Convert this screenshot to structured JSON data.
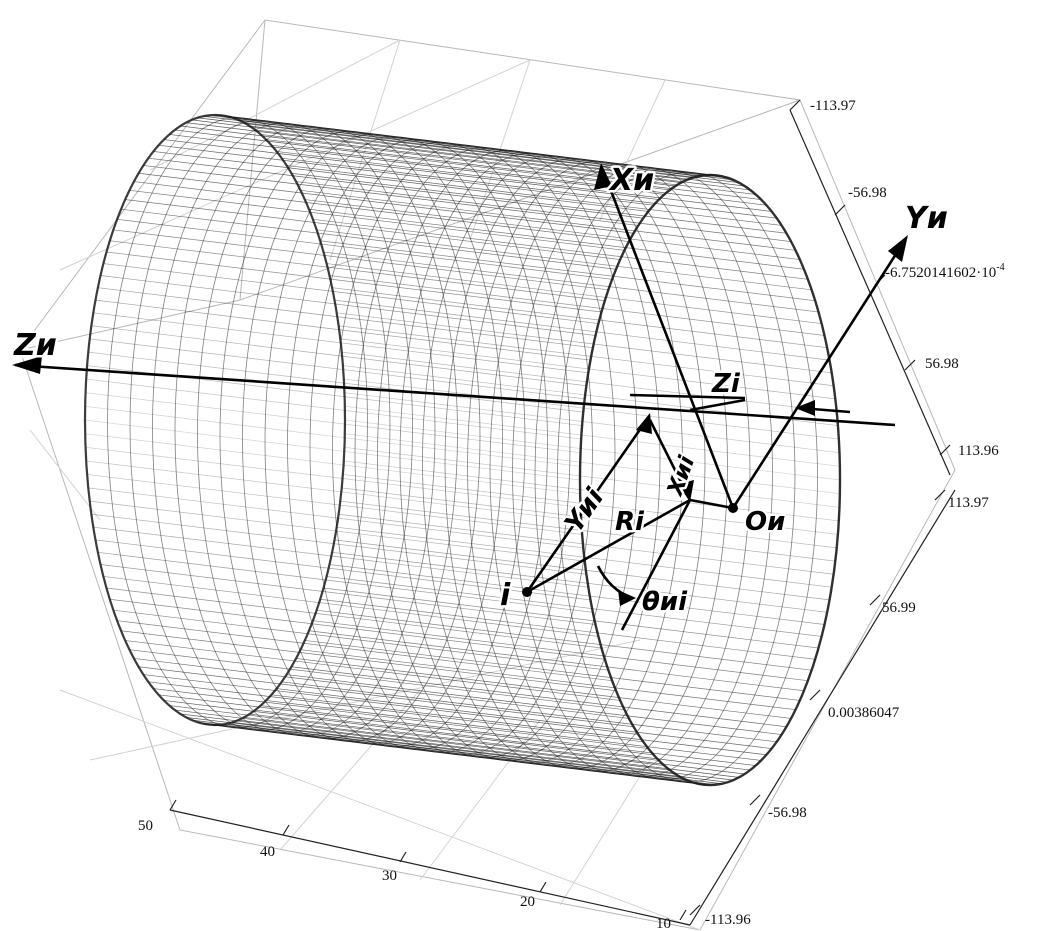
{
  "colors": {
    "mesh": "#1a1a1a",
    "background": "#ffffff",
    "grid": "#d2d2d2",
    "box": "#b8b8b8"
  },
  "right_axis_ticks": [
    {
      "text": "-113.97"
    },
    {
      "text": "-56.98"
    },
    {
      "text": "-6.7520141602·10",
      "sup": "-4"
    },
    {
      "text": "56.98"
    },
    {
      "text": "113.96"
    }
  ],
  "lower_right_axis_ticks": [
    {
      "text": "113.97"
    },
    {
      "text": "56.99"
    },
    {
      "text": "0.00386047"
    },
    {
      "text": "-56.98"
    },
    {
      "text": "-113.96"
    }
  ],
  "bottom_axis_ticks": [
    "50",
    "40",
    "30",
    "20",
    "10"
  ],
  "annotations": {
    "axis_x": "Xи",
    "axis_y": "Yи",
    "axis_z": "Zи",
    "origin": "Oи",
    "point": "i",
    "radius": "Ri",
    "z_offset": "Zi",
    "x_coord": "Xиi",
    "y_coord": "Yиi",
    "angle": "θиi"
  }
}
